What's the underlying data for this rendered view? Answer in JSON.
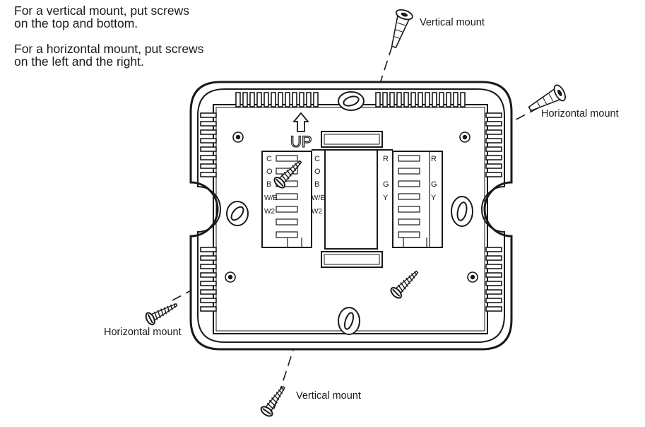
{
  "instructions": {
    "vertical_line1": "For a vertical mount, put screws",
    "vertical_line2": "on the top and bottom.",
    "horizontal_line1": "For a horizontal mount, put screws",
    "horizontal_line2": "on the left and the right."
  },
  "callouts": {
    "vertical_top": "Vertical mount",
    "horizontal_right": "Horizontal mount",
    "horizontal_left": "Horizontal mount",
    "vertical_bottom": "Vertical mount"
  },
  "up_label": "UP",
  "terminals": {
    "left_outer": [
      "C",
      "O",
      "B",
      "W/E",
      "W2"
    ],
    "left_inner": [
      "C",
      "O",
      "B",
      "W/E",
      "W2"
    ],
    "right_inner": [
      "R",
      "",
      "G",
      "Y"
    ],
    "right_outer": [
      "R",
      "",
      "G",
      "Y"
    ]
  }
}
